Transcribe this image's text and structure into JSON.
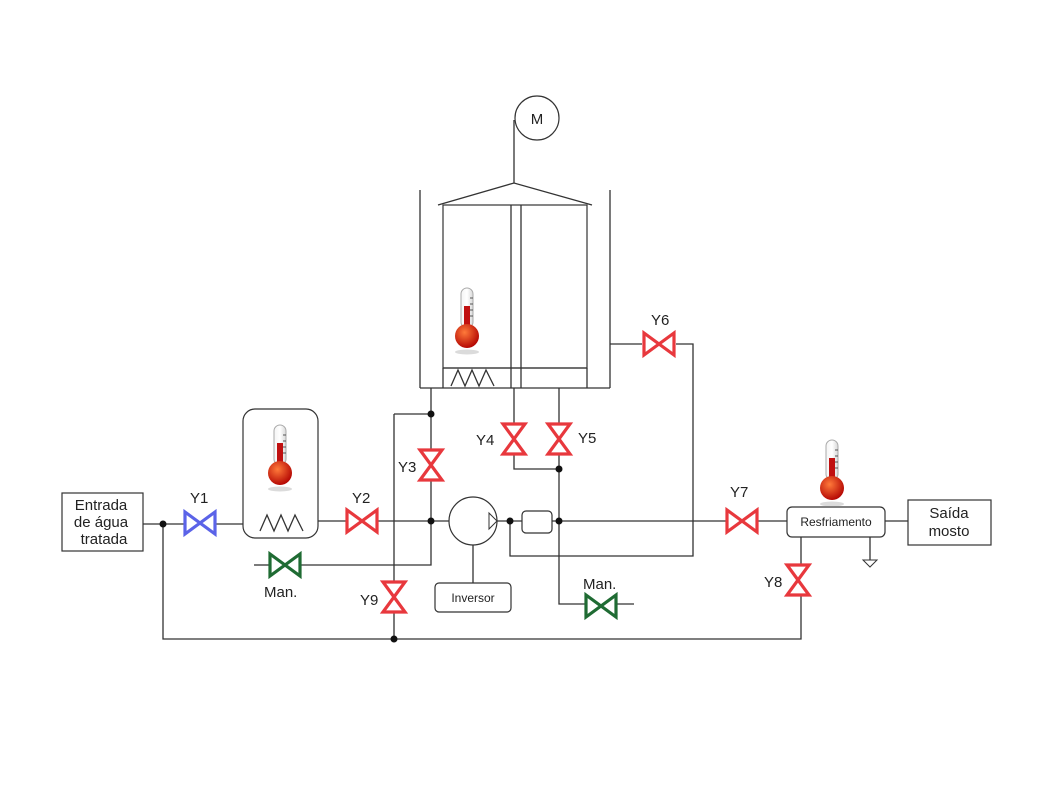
{
  "inlet": {
    "lines": [
      "Entrada",
      "de água",
      "tratada"
    ]
  },
  "outlet": {
    "lines": [
      "Saída",
      "mosto"
    ]
  },
  "motor": {
    "label": "M"
  },
  "inverter": {
    "label": "Inversor"
  },
  "cooler": {
    "label": "Resfriamento"
  },
  "manual_valves": {
    "left": "Man.",
    "right": "Man."
  },
  "valves": {
    "y1": "Y1",
    "y2": "Y2",
    "y3": "Y3",
    "y4": "Y4",
    "y5": "Y5",
    "y6": "Y6",
    "y7": "Y7",
    "y8": "Y8",
    "y9": "Y9"
  },
  "colors": {
    "automatic_valve": "#e8383d",
    "inlet_valve": "#5b63e8",
    "manual_valve": "#1f6b33",
    "line": "#333333"
  }
}
